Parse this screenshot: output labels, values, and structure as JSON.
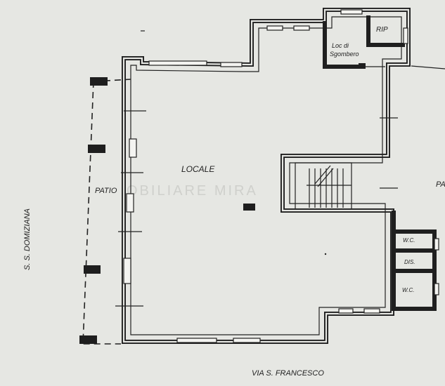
{
  "labels": {
    "locale": "LOCALE",
    "patio_left": "PATIO",
    "patio_right": "PA",
    "loc_sgombero_1": "Loc di",
    "loc_sgombero_2": "Sgombero",
    "rip": "RIP",
    "wc_top": "W.C.",
    "dis": "DIS.",
    "wc_bottom": "W.C.",
    "street_left": "S. S. DOMIZIANA",
    "street_bottom": "VIA S. FRANCESCO",
    "watermark": "OBILIARE MIRA"
  }
}
